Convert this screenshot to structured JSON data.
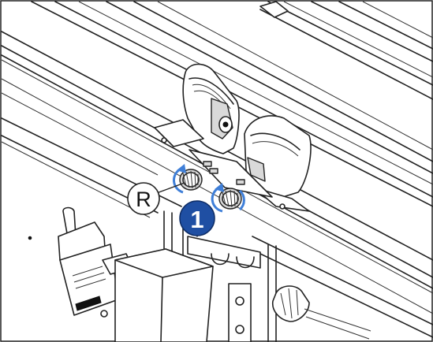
{
  "callouts": {
    "rotation_side_label": "R",
    "step_number": "1"
  },
  "colors": {
    "step_badge_fill": "#1f4fa3",
    "rotation_arrow": "#3f7fd8",
    "outline": "#222222",
    "background": "#ffffff"
  },
  "icons": {
    "step_badge": "numbered-circle",
    "rotation_arrows": "counterclockwise-arrow",
    "side_marker": "circled-letter"
  }
}
